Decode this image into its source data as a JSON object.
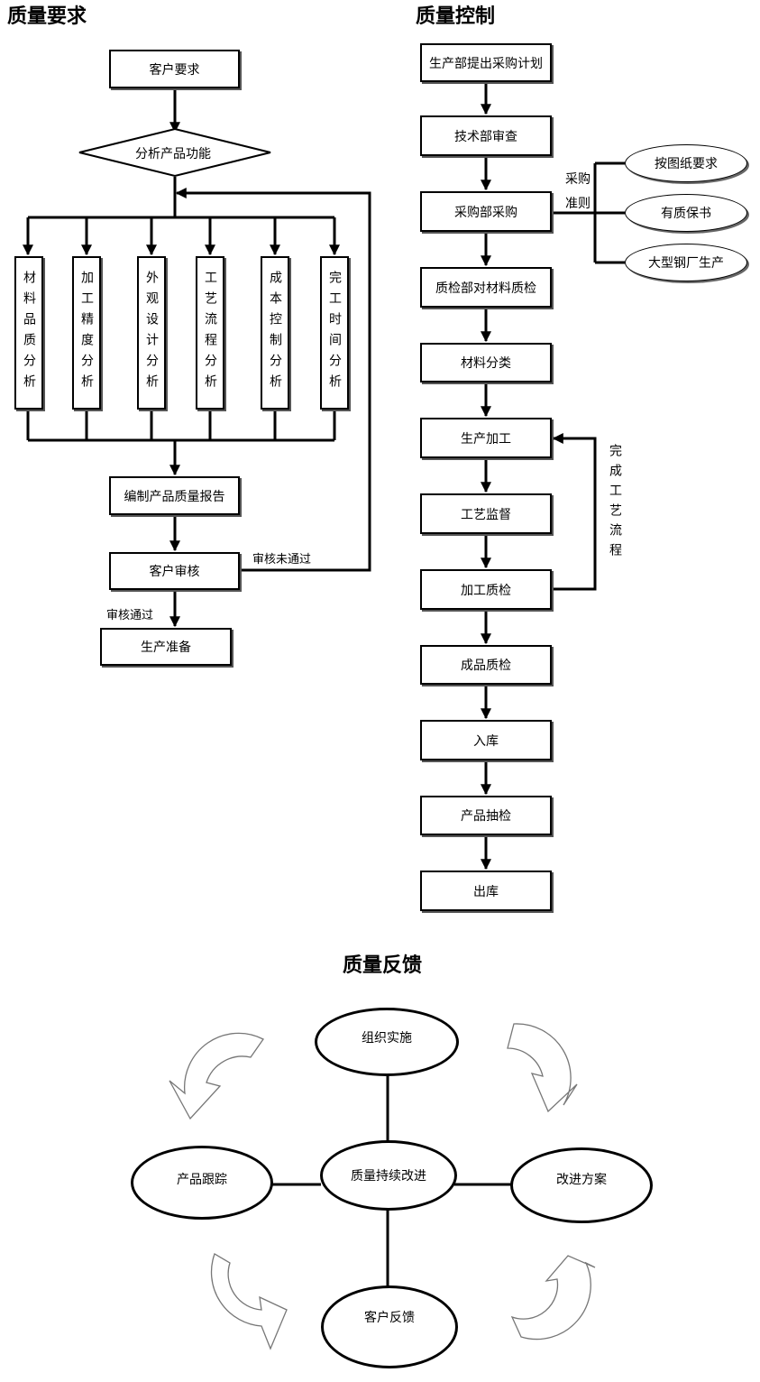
{
  "sections": {
    "requirements_title": "质量要求",
    "control_title": "质量控制",
    "feedback_title": "质量反馈"
  },
  "requirements": {
    "customer_request": "客户要求",
    "analyze_function": "分析产品功能",
    "analyses": [
      "材料品质分析",
      "加工精度分析",
      "外观设计分析",
      "工艺流程分析",
      "成本控制分析",
      "完工时间分析"
    ],
    "compile_report": "编制产品质量报告",
    "customer_review": "客户审核",
    "review_failed": "审核未通过",
    "review_passed": "审核通过",
    "production_prep": "生产准备"
  },
  "control": {
    "steps": [
      "生产部提出采购计划",
      "技术部审查",
      "采购部采购",
      "质检部对材料质检",
      "材料分类",
      "生产加工",
      "工艺监督",
      "加工质检",
      "成品质检",
      "入库",
      "产品抽检",
      "出库"
    ],
    "criteria_label": "采购准则",
    "criteria": [
      "按图纸要求",
      "有质保书",
      "大型钢厂生产"
    ],
    "loop_label": "完成工艺流程"
  },
  "feedback": {
    "center": "质量持续改进",
    "top": "组织实施",
    "left": "产品跟踪",
    "right": "改进方案",
    "bottom": "客户反馈"
  }
}
